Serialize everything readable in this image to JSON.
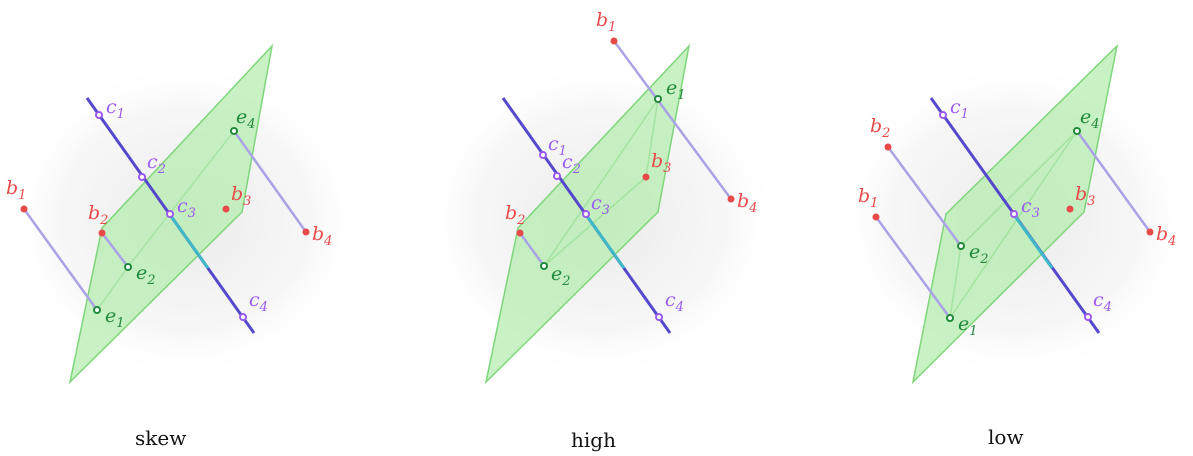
{
  "panels": [
    {
      "caption": "skew",
      "labels": {
        "b1": {
          "base": "b",
          "sub": "1"
        },
        "b2": {
          "base": "b",
          "sub": "2"
        },
        "b3": {
          "base": "b",
          "sub": "3"
        },
        "b4": {
          "base": "b",
          "sub": "4"
        },
        "c1": {
          "base": "c",
          "sub": "1"
        },
        "c2": {
          "base": "c",
          "sub": "2"
        },
        "c3": {
          "base": "c",
          "sub": "3"
        },
        "c4": {
          "base": "c",
          "sub": "4"
        },
        "e1": {
          "base": "e",
          "sub": "1"
        },
        "e2": {
          "base": "e",
          "sub": "2"
        },
        "e4": {
          "base": "e",
          "sub": "4"
        }
      }
    },
    {
      "caption": "high",
      "labels": {
        "b1": {
          "base": "b",
          "sub": "1"
        },
        "b2": {
          "base": "b",
          "sub": "2"
        },
        "b3": {
          "base": "b",
          "sub": "3"
        },
        "b4": {
          "base": "b",
          "sub": "4"
        },
        "c1": {
          "base": "c",
          "sub": "1"
        },
        "c2": {
          "base": "c",
          "sub": "2"
        },
        "c3": {
          "base": "c",
          "sub": "3"
        },
        "c4": {
          "base": "c",
          "sub": "4"
        },
        "e1": {
          "base": "e",
          "sub": "1"
        },
        "e2": {
          "base": "e",
          "sub": "2"
        }
      }
    },
    {
      "caption": "low",
      "labels": {
        "b1": {
          "base": "b",
          "sub": "1"
        },
        "b2": {
          "base": "b",
          "sub": "2"
        },
        "b3": {
          "base": "b",
          "sub": "3"
        },
        "b4": {
          "base": "b",
          "sub": "4"
        },
        "c1": {
          "base": "c",
          "sub": "1"
        },
        "c3": {
          "base": "c",
          "sub": "3"
        },
        "c4": {
          "base": "c",
          "sub": "4"
        },
        "e1": {
          "base": "e",
          "sub": "1"
        },
        "e2": {
          "base": "e",
          "sub": "2"
        },
        "e4": {
          "base": "e",
          "sub": "4"
        }
      }
    }
  ],
  "colors": {
    "plane_fill": "#b6ecb0",
    "plane_stroke": "#7fd67a",
    "b_points": "#e84a4a",
    "c_points": "#9c5bf0",
    "e_points": "#1f8a3a",
    "c_line": "#5548cc",
    "c_line_inside": "#3fb8c8",
    "connector": "#a9a3e6",
    "e_label": "#1f8a3a",
    "c_label": "#9c5bf0",
    "b_label": "#e84a4a"
  }
}
